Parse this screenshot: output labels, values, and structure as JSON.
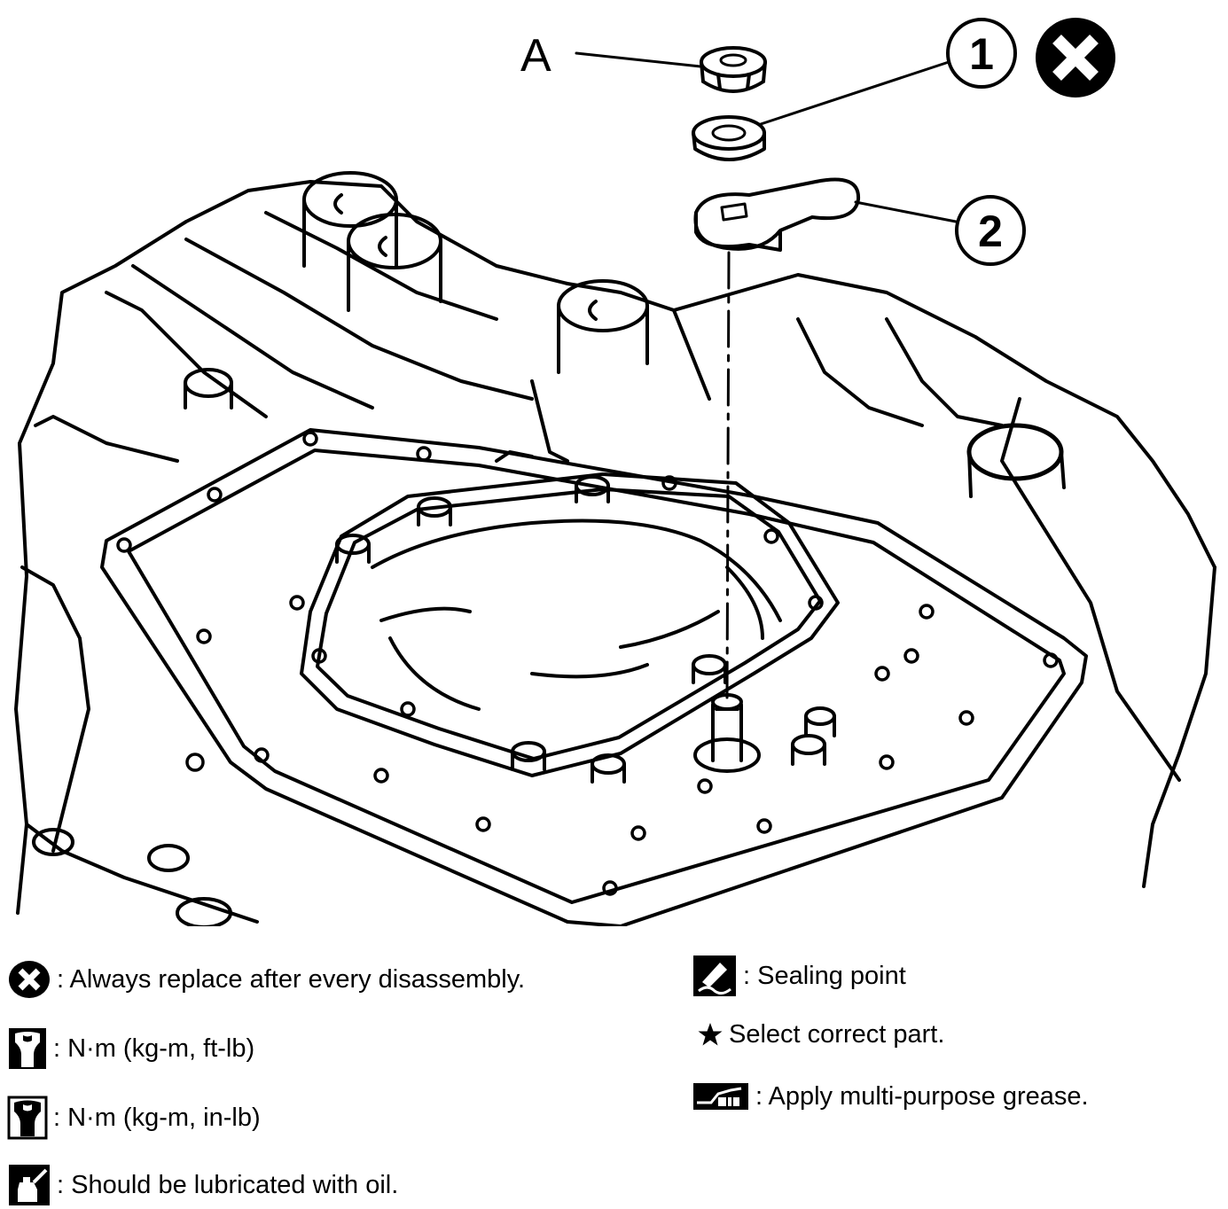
{
  "callouts": {
    "part_a": "A",
    "part_1": "1",
    "part_2": "2"
  },
  "legend": {
    "replace": ": Always replace after every disassembly.",
    "torque_ft": ": N·m (kg-m, ft-lb)",
    "torque_in": ": N·m (kg-m, in-lb)",
    "lubricate": ": Should be lubricated with oil.",
    "sealing": ": Sealing point",
    "select": "Select correct part.",
    "grease": ": Apply multi-purpose grease."
  },
  "icons": {
    "replace": "x-circle-icon",
    "torque_ft": "wrench-open-icon",
    "torque_in": "wrench-solid-icon",
    "lubricate": "oil-can-icon",
    "sealing": "sealant-icon",
    "select": "star-icon",
    "grease": "grease-icon"
  }
}
